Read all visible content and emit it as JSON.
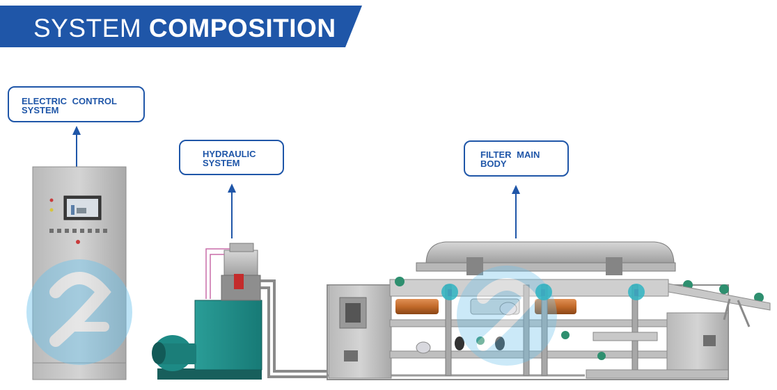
{
  "header": {
    "title_light": "SYSTEM",
    "title_bold": "COMPOSITION",
    "color": "#1f56a8"
  },
  "labels": {
    "electric": {
      "line1": "ELECTRIC  CONTROL",
      "line2": "SYSTEM"
    },
    "hydraulic": {
      "line1": "HYDRAULIC",
      "line2": "SYSTEM"
    },
    "filter": {
      "line1": "FILTER MAIN",
      "line2": "BODY"
    }
  },
  "colors": {
    "accent": "#1f56a8",
    "tank": "#1f8f8a",
    "frame": "#9a9a9a",
    "roller": "#c26a2a",
    "cap": "#a23a8f",
    "watermark": "#5ab9e6"
  },
  "icons": {
    "arrow": "arrow-up-icon",
    "watermark": "logo-watermark-icon"
  }
}
